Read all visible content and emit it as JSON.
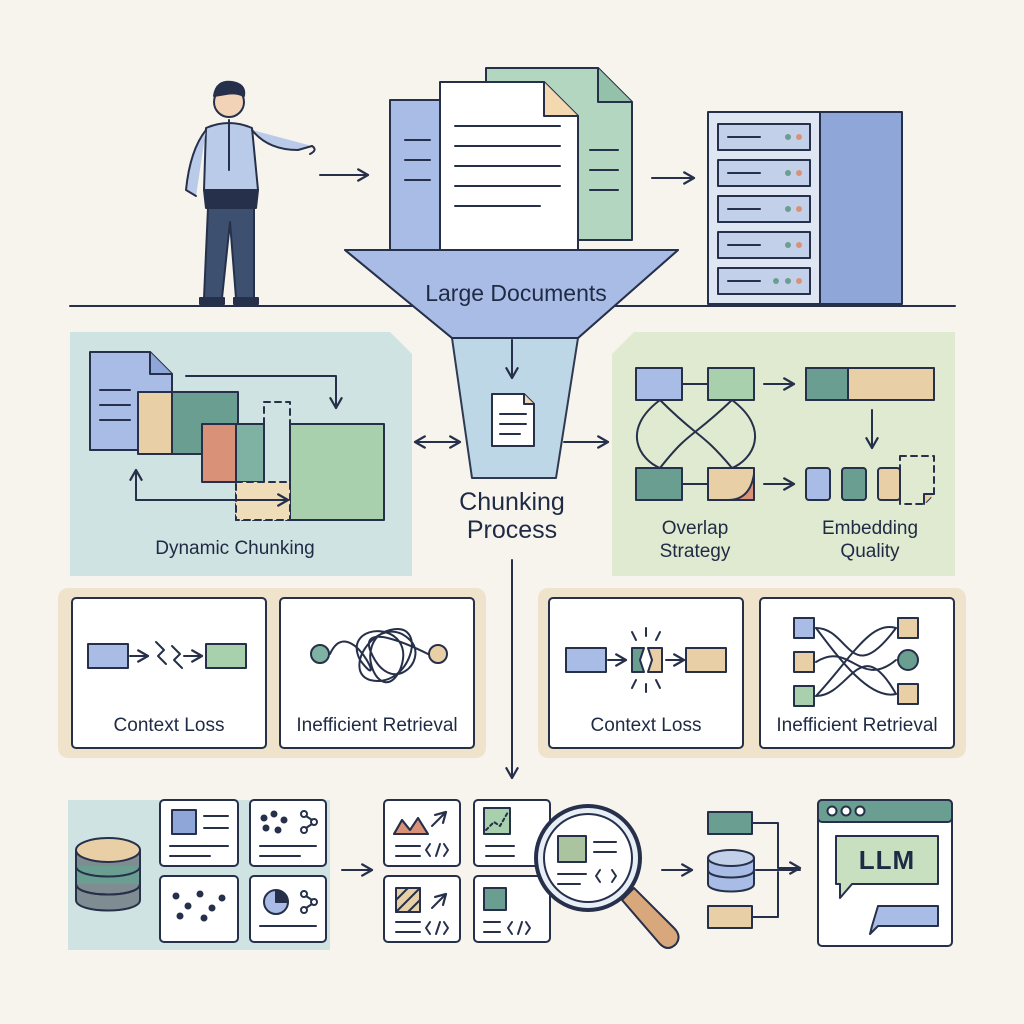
{
  "colors": {
    "ink": "#26304a",
    "blue": "#a9bce6",
    "green": "#a9d0ad",
    "teal": "#6a9e91",
    "tan": "#e8cfa6",
    "salmon": "#d99277",
    "panelBlue": "#cfe3e2",
    "panelGreen": "#dfead0",
    "panelTan": "#efe3cb"
  },
  "top": {
    "funnel_label": "Large Documents"
  },
  "center": {
    "process_label_line1": "Chunking",
    "process_label_line2": "Process"
  },
  "left_panel": {
    "label": "Dynamic Chunking"
  },
  "right_panel": {
    "overlap_line1": "Overlap",
    "overlap_line2": "Strategy",
    "embedding_line1": "Embedding",
    "embedding_line2": "Quality"
  },
  "problems_left": [
    {
      "label": "Context Loss",
      "icon": "broken-link-icon"
    },
    {
      "label": "Inefficient Retrieval",
      "icon": "tangled-path-icon"
    }
  ],
  "problems_right": [
    {
      "label": "Context Loss",
      "icon": "split-chunk-icon"
    },
    {
      "label": "Inefficient Retrieval",
      "icon": "scattered-paths-icon"
    }
  ],
  "bottom": {
    "llm_label": "LLM"
  }
}
